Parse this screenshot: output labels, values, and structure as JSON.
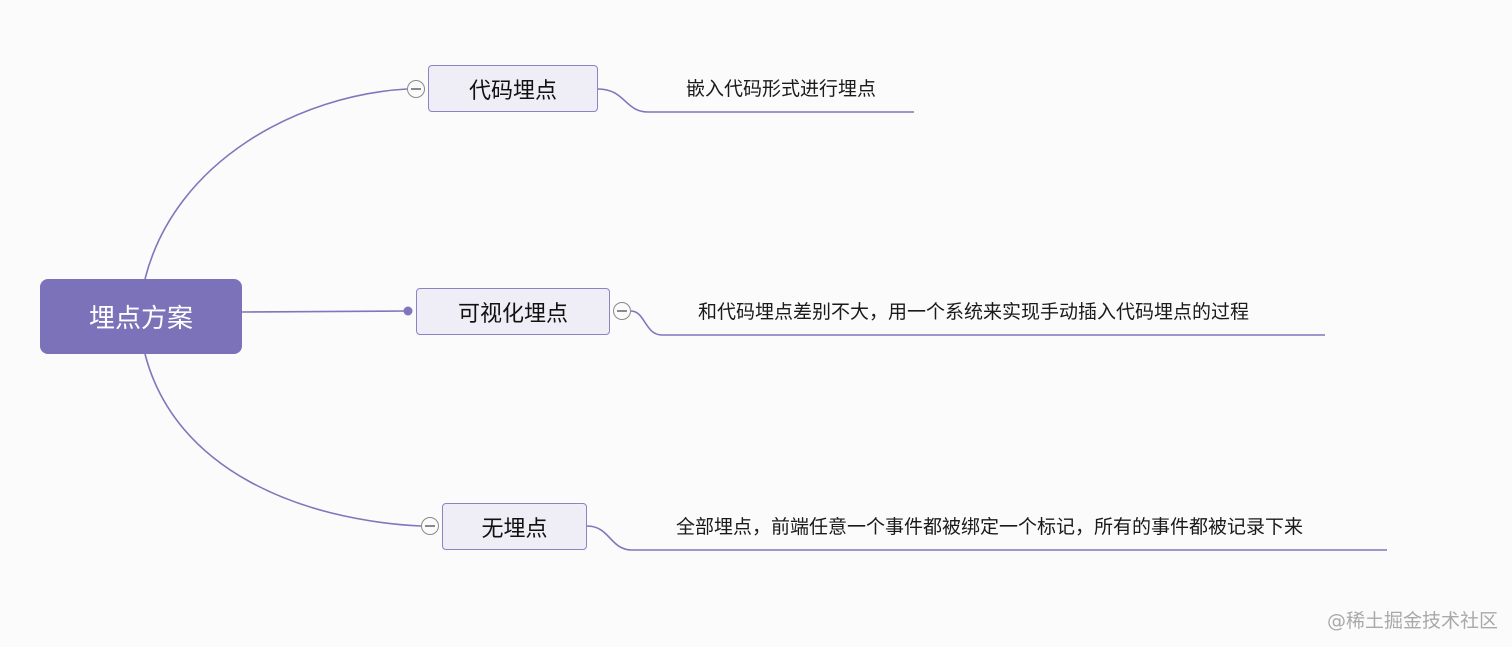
{
  "root": {
    "label": "埋点方案"
  },
  "branches": [
    {
      "label": "代码埋点",
      "description": "嵌入代码形式进行埋点"
    },
    {
      "label": "可视化埋点",
      "description": "和代码埋点差别不大，用一个系统来实现手动插入代码埋点的过程"
    },
    {
      "label": "无埋点",
      "description": "全部埋点，前端任意一个事件都被绑定一个标记，所有的事件都被记录下来"
    }
  ],
  "watermark": "@稀土掘金技术社区",
  "colors": {
    "root_fill": "#7b72b9",
    "topic_fill": "#efeef7",
    "topic_border": "#8b83c2",
    "connector": "#7f76bb",
    "background": "#fbfbfc"
  }
}
